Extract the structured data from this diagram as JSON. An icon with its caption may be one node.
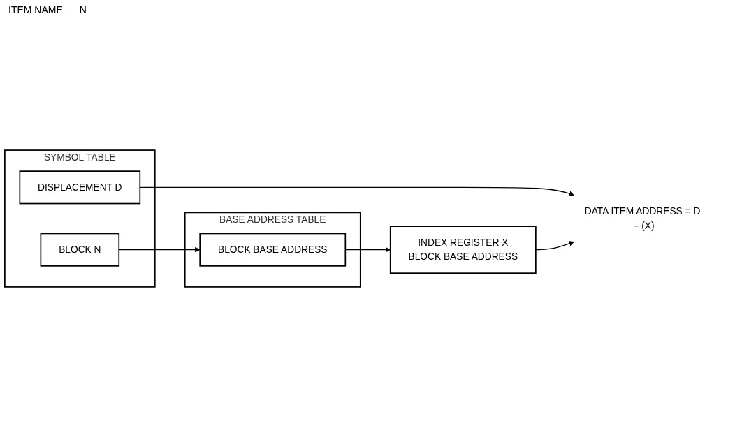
{
  "diagram": {
    "nodes": [
      {
        "text": [
          "SYMBOL TABLE"
        ]
      },
      {
        "text": [
          "BLOCK N"
        ],
        "in": 0
      },
      {
        "text": [
          "DISPLACEMENT D"
        ],
        "in": 0
      },
      {
        "text": [
          "BASE ADDRESS TABLE"
        ]
      },
      {
        "text": [
          "BLOCK BASE ADDRESS"
        ],
        "in": 3
      },
      {
        "text": [
          "INDEX REGISTER X",
          "BLOCK BASE ADDRESS"
        ]
      },
      {
        "text": [
          "DATA ITEM ADDRESS = D + (X)"
        ]
      }
    ],
    "edges": [
      {
        "from": 1,
        "to": 4,
        "arrow": "to"
      },
      {
        "from": 4,
        "to": 5,
        "arrow": "to"
      },
      {
        "from": 2,
        "to": 6,
        "arrow": "to"
      },
      {
        "from": 5,
        "to": 6,
        "arrow": "to"
      }
    ],
    "labels": [
      "ITEM NAME",
      "N"
    ]
  }
}
